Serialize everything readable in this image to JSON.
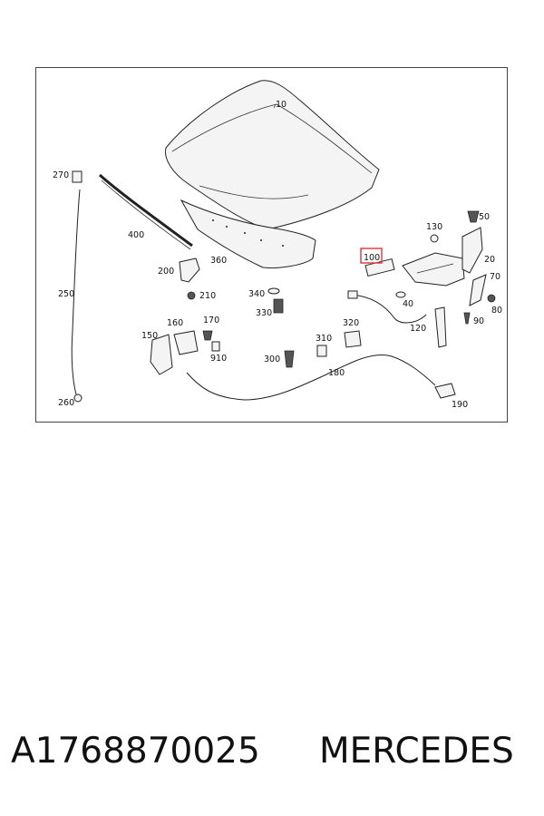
{
  "diagram": {
    "callouts": {
      "c10": "10",
      "c270": "270",
      "c400": "400",
      "c360": "360",
      "c130": "130",
      "c50": "50",
      "c100": "100",
      "c20": "20",
      "c200": "200",
      "c210": "210",
      "c340": "340",
      "c330": "330",
      "c40": "40",
      "c70": "70",
      "c80": "80",
      "c250": "250",
      "c120": "120",
      "c90": "90",
      "c160": "160",
      "c170": "170",
      "c320": "320",
      "c150": "150",
      "c910": "910",
      "c310": "310",
      "c300": "300",
      "c180": "180",
      "c260": "260",
      "c190": "190"
    },
    "highlight_color": "#e0323a"
  },
  "footer": {
    "part_number": "A1768870025",
    "brand": "MERCEDES"
  }
}
